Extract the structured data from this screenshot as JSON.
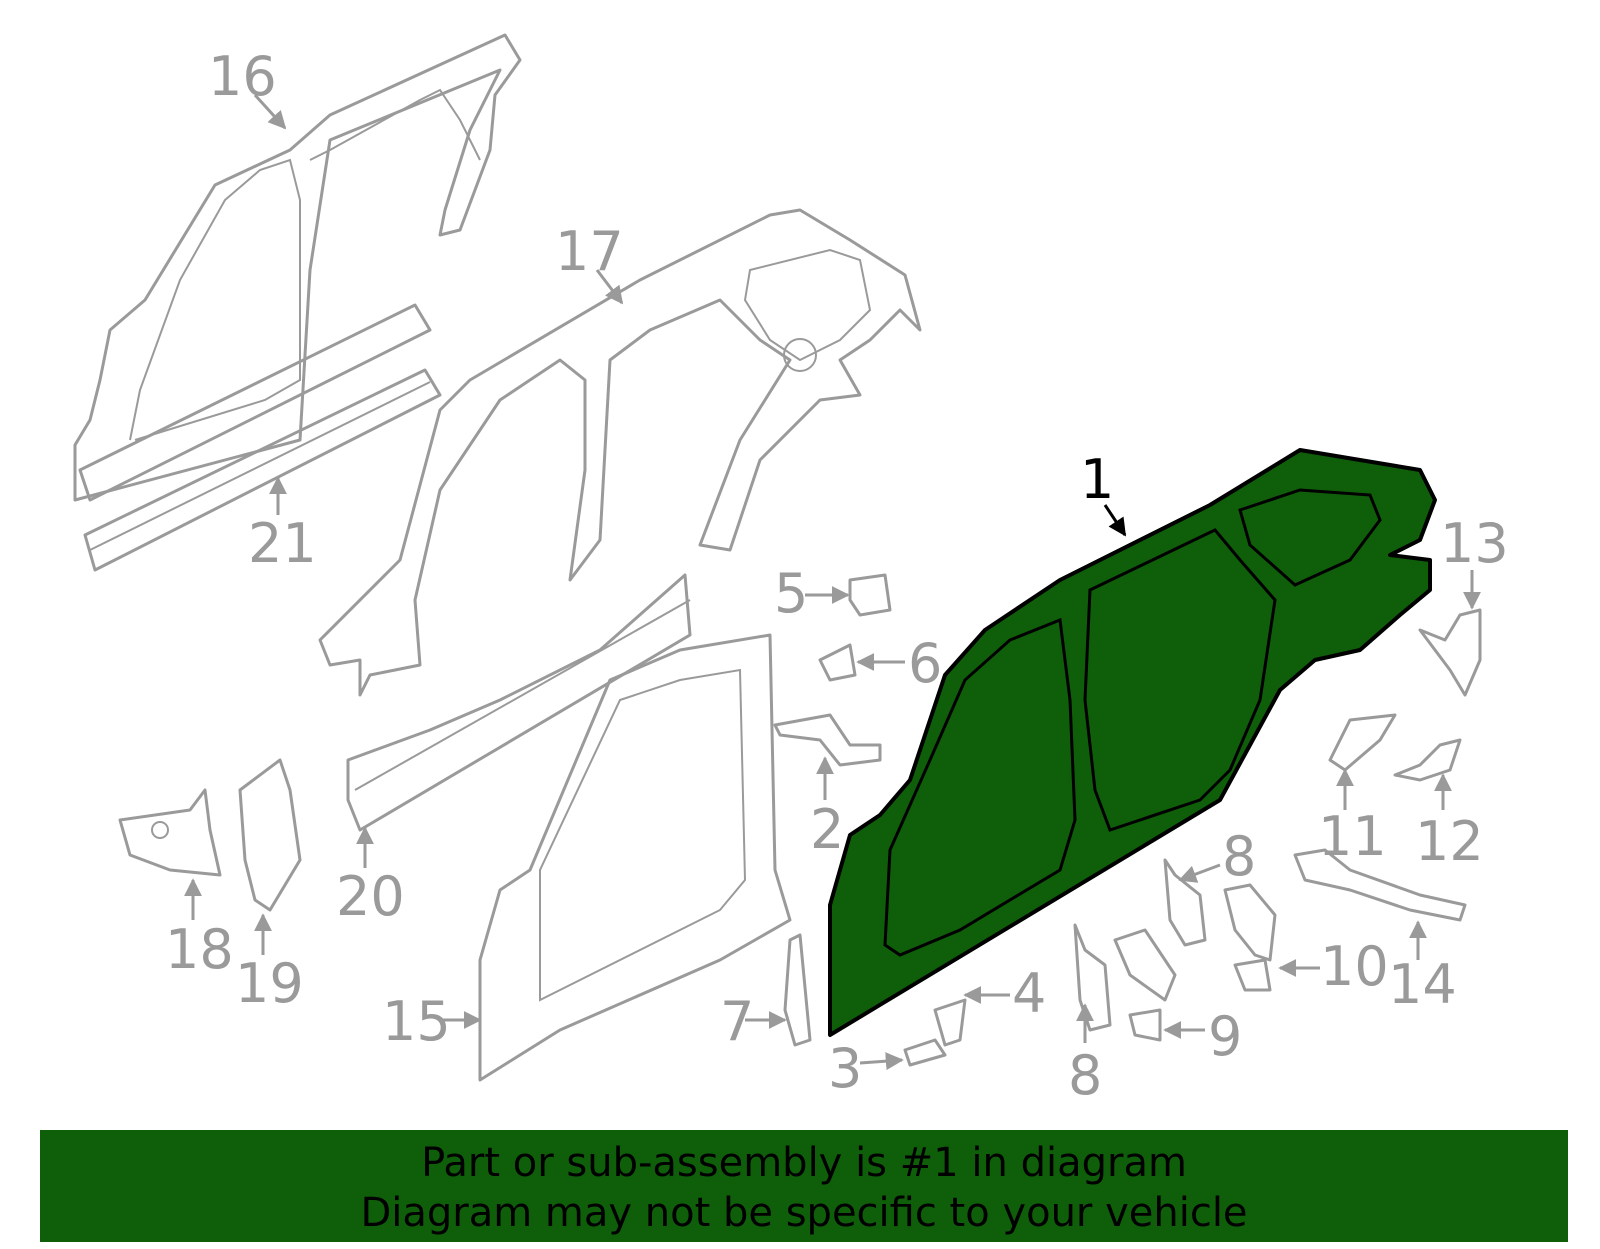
{
  "callouts": {
    "c1": "1",
    "c2": "2",
    "c3": "3",
    "c4": "4",
    "c5": "5",
    "c6": "6",
    "c7": "7",
    "c8a": "8",
    "c8b": "8",
    "c9": "9",
    "c10": "10",
    "c11": "11",
    "c12": "12",
    "c13": "13",
    "c14": "14",
    "c15": "15",
    "c16": "16",
    "c17": "17",
    "c18": "18",
    "c19": "19",
    "c20": "20",
    "c21": "21"
  },
  "banner": {
    "line1": "Part or sub-assembly is #1 in diagram",
    "line2": "Diagram may not be specific to your vehicle"
  },
  "colors": {
    "highlight_fill": "#0f5e0a",
    "part_stroke": "#9a9a9a",
    "banner_bg": "#0f5e0a"
  }
}
